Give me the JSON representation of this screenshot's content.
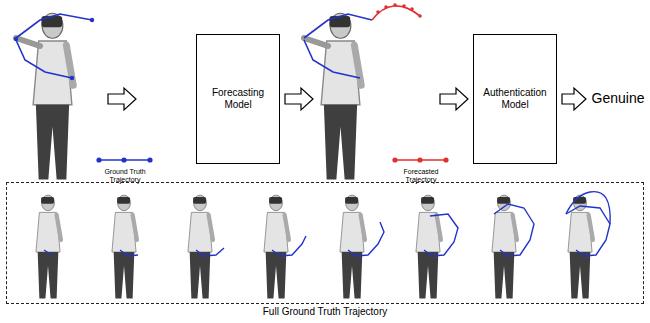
{
  "diagram": {
    "nodes": [
      {
        "text": [
          "Forecasting Model"
        ]
      },
      {
        "text": [
          "Authentication Model"
        ]
      },
      {
        "text": [
          "Full Ground Truth Trajectory"
        ]
      }
    ],
    "labels": [
      "Ground Truth Trajectory",
      "Forecasted Trajectory",
      "Genuine"
    ]
  }
}
